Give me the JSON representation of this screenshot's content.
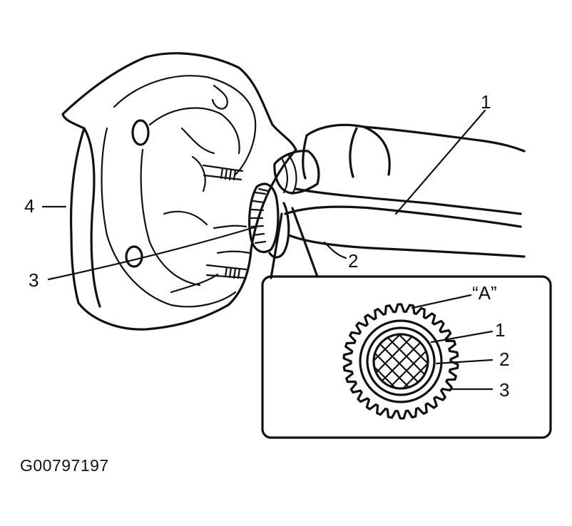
{
  "figure": {
    "id_code": "G00797197",
    "inset_title": "“A”"
  },
  "callouts": {
    "main_1": "1",
    "main_2": "2",
    "main_3": "3",
    "main_4": "4",
    "inset_1": "1",
    "inset_2": "2",
    "inset_3": "3"
  },
  "colors": {
    "ink": "#111111",
    "paper": "#ffffff"
  }
}
